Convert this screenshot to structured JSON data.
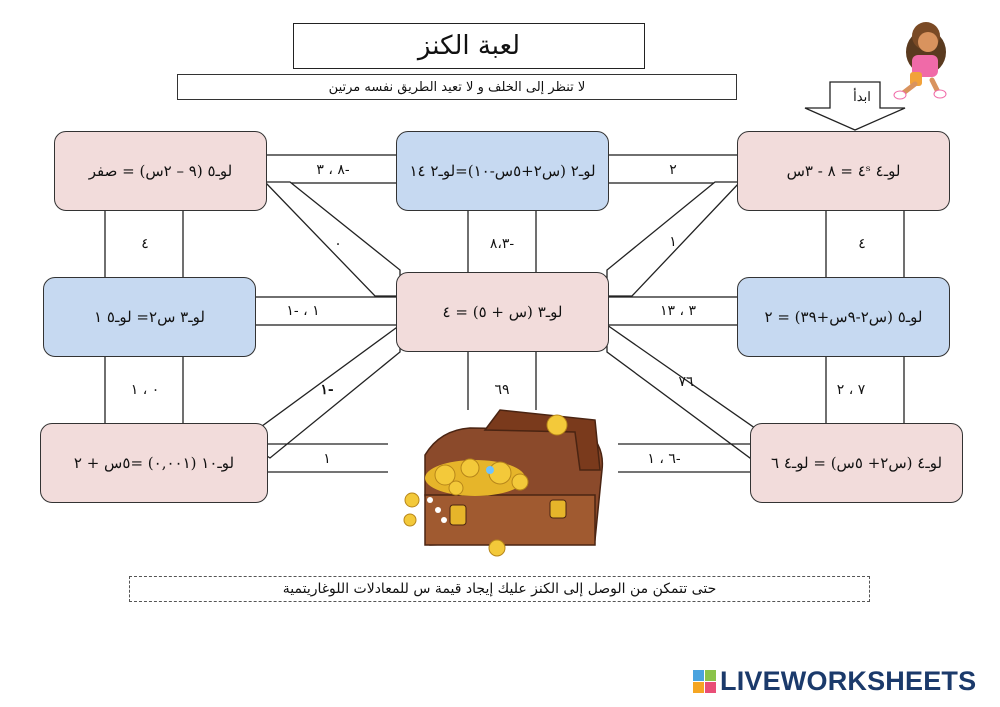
{
  "title": "لعبة الكنز",
  "subtitle": "لا تنظر إلى الخلف و لا تعيد الطريق نفسه مرتين",
  "start_label": "ابدأ",
  "footer_instruction": "حتى تتمكن من الوصل إلى الكنز عليك إيجاد قيمة س للمعادلات اللوغاريتمية",
  "brand": "LIVEWORKSHEETS",
  "colors": {
    "pink": "#f2dcdb",
    "blue": "#c6d9f1",
    "border": "#333333",
    "brand": "#1b3a6b"
  },
  "equations": {
    "top_right": "لوـ٤ ٤ˢ = ٨ - ٣س",
    "top_center": "لوـ٢ (س٢+٥س-١٠)=لوـ٢ ١٤",
    "top_left": "لوـ٥ (٩ – ٢س) = صفر",
    "mid_right": "لوـ٥ (س٢-٩س+٣٩) = ٢",
    "center": "لوـ٣ (س + ٥) = ٤",
    "mid_left": "لوـ٣ س٢= لوـ٥ ١",
    "bottom_right": "لوـ٤ (س٢+ ٥س) = لوـ٤ ٦",
    "bottom_left": "لوـ١٠ (٠,٠٠١) =٥س + ٢"
  },
  "path_labels": {
    "top_center_to_right": "٢",
    "top_left_to_center": "-٨ ، ٣",
    "top_right_down": "٤",
    "top_center_down": "-٨،٣",
    "top_left_down": "٤",
    "diag_top_left_to_center": "٠",
    "diag_top_right_to_center": "١",
    "mid_right_to_center": "٣ ، ١٣",
    "mid_left_to_center": "١ ، -١",
    "mid_right_down": "٧ ، ٢",
    "mid_left_down": "٠ ، ١",
    "center_down": "٦٩",
    "diag_center_to_bottom_right": "٧٦",
    "diag_center_to_bottom_left": "-١",
    "bottom_left_to_treasure": "١",
    "bottom_right_to_treasure": "-٦ ، ١"
  },
  "icons": [
    "dora-character-illustration",
    "treasure-chest-illustration",
    "down-arrow-icon",
    "liveworksheets-logo-icon"
  ]
}
